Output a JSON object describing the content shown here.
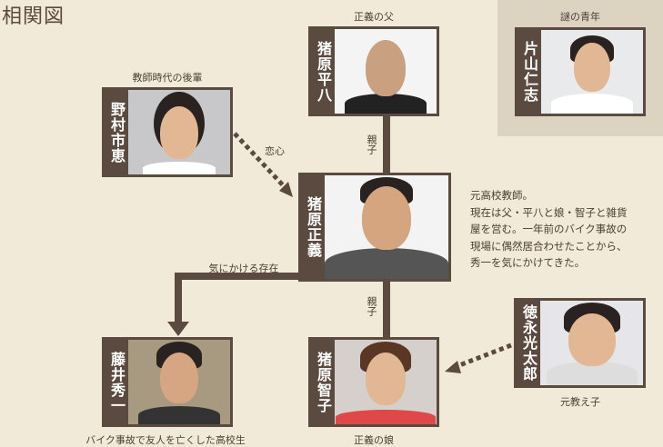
{
  "title": "相関図",
  "characters": {
    "heihachi": {
      "name": "猪原平八",
      "caption": "正義の父"
    },
    "katayama": {
      "name": "片山仁志",
      "caption": "謎の青年"
    },
    "nomura": {
      "name": "野村市恵",
      "caption": "教師時代の後輩"
    },
    "masayoshi": {
      "name": "猪原正義"
    },
    "tomoko": {
      "name": "猪原智子",
      "caption": "正義の娘"
    },
    "tokunaga": {
      "name": "徳永光太郎",
      "caption": "元教え子"
    },
    "fujii": {
      "name": "藤井秀一",
      "caption": "バイク事故で友人を亡くした高校生"
    }
  },
  "relations": {
    "oyako1": "親子",
    "oyako2": "親子",
    "renshin": "恋心",
    "kinikakeru": "気にかける存在"
  },
  "description": [
    "元高校教師。",
    "現在は父・平八と娘・智子と雑貨",
    "屋を営む。一年前のバイク事故の",
    "現場に偶然居合わせたことから、",
    "秀一を気にかけてきた。"
  ]
}
